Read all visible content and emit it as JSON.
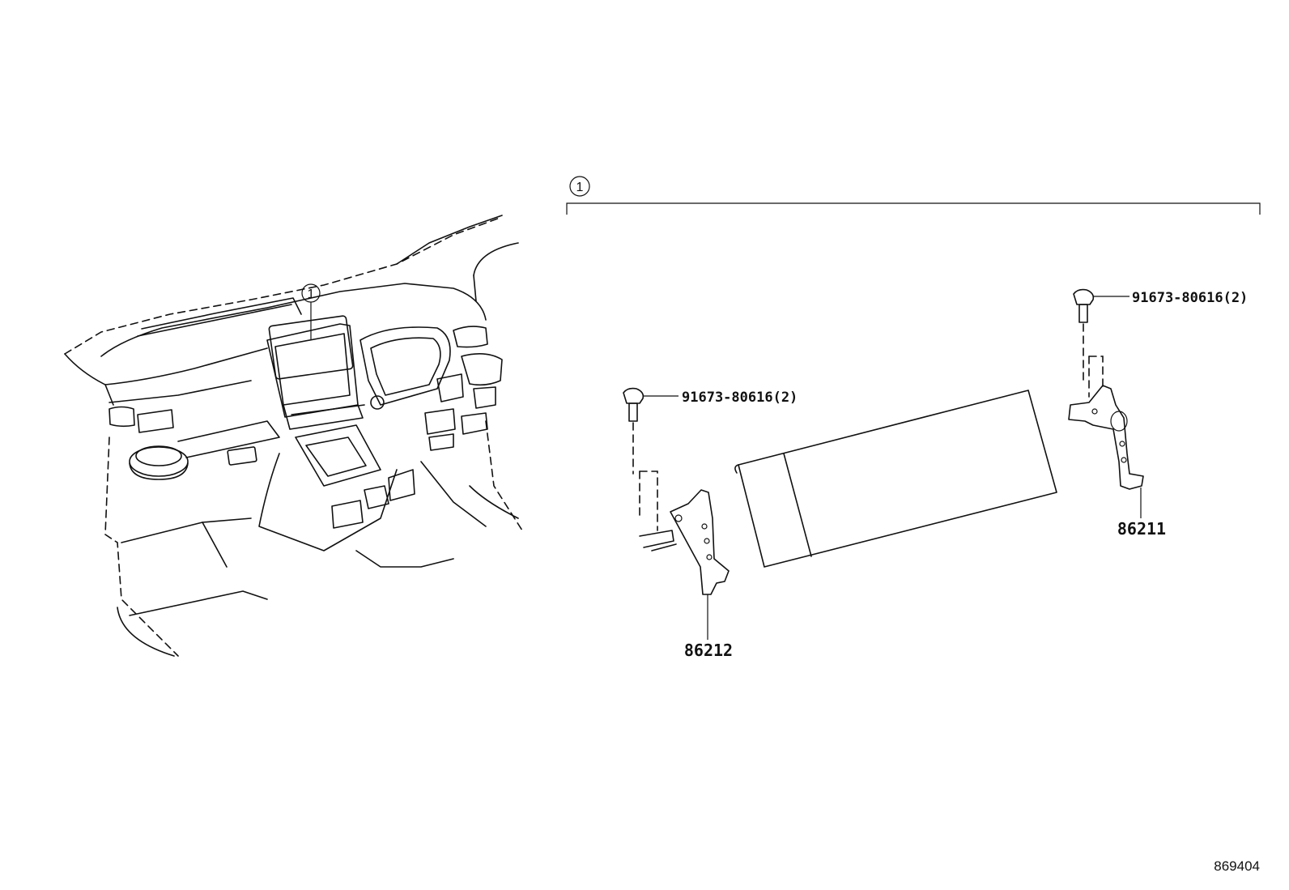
{
  "callouts": {
    "assembly_ref": "1",
    "dash_ref": "1"
  },
  "parts": {
    "bolt_left": "91673-80616(2)",
    "bolt_right": "91673-80616(2)",
    "bracket_left": "86212",
    "bracket_right": "86211"
  },
  "footer": {
    "diagram_id": "869404"
  }
}
